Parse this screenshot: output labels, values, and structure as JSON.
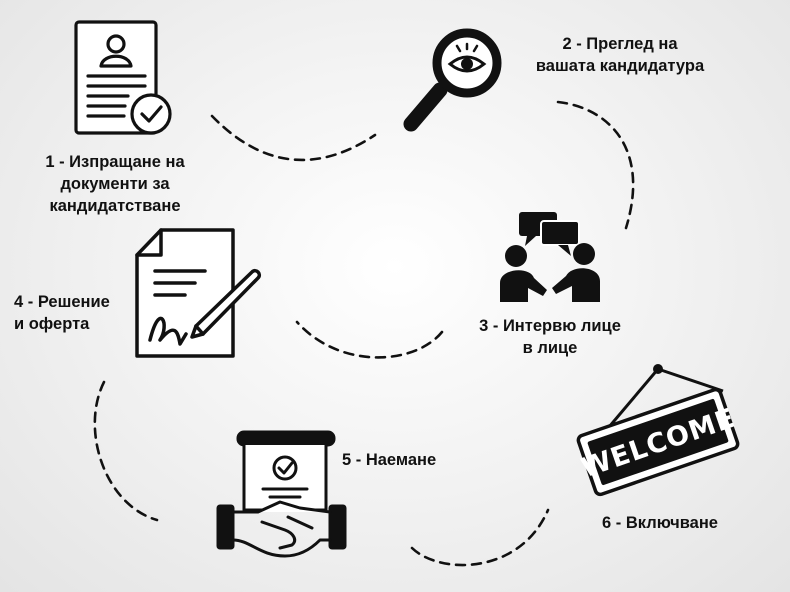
{
  "steps": [
    {
      "number": "1",
      "lines": [
        "1 - Изпращане на",
        "документи за",
        "кандидатстване"
      ],
      "icon": "cv-document-check-icon"
    },
    {
      "number": "2",
      "lines": [
        "2 - Преглед на",
        "вашата кандидатура"
      ],
      "icon": "magnifier-eye-icon"
    },
    {
      "number": "3",
      "lines": [
        "3 - Интервю лице",
        "в лице"
      ],
      "icon": "interview-people-icon"
    },
    {
      "number": "4",
      "lines": [
        "4 - Решение",
        "и оферта"
      ],
      "icon": "signed-contract-pen-icon"
    },
    {
      "number": "5",
      "lines": [
        "5 - Наемане"
      ],
      "icon": "handshake-certificate-icon"
    },
    {
      "number": "6",
      "lines": [
        "6 - Включване"
      ],
      "icon": "welcome-sign-icon"
    }
  ],
  "sign_text": "WELCOME",
  "colors": {
    "ink": "#111111",
    "background": "#ededed"
  }
}
